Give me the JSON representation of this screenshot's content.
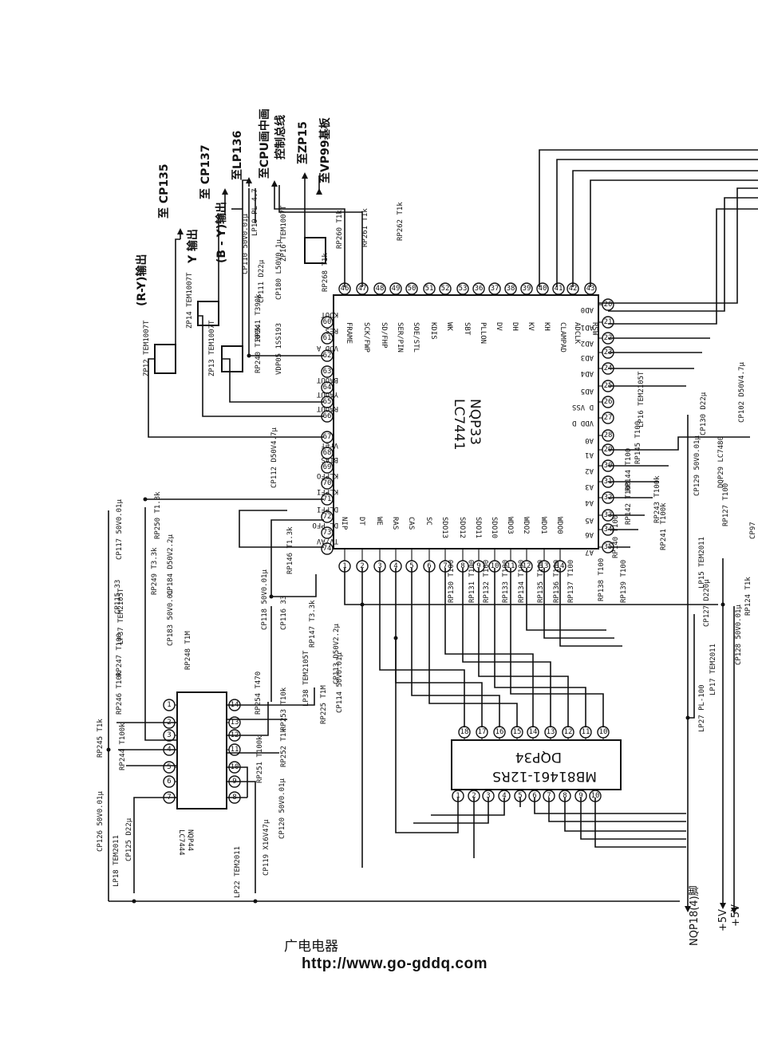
{
  "ics": {
    "main": {
      "name": "NQP33",
      "part": "LC7441"
    },
    "ram": {
      "name": "DQP34",
      "part": "MB81461-12RS"
    },
    "aux": {
      "name": "NQP44",
      "part": "LC7444"
    }
  },
  "destinations": {
    "cp135": "至 CP135",
    "cp137": "至 CP137",
    "lp136": "至LP136",
    "cpu_bus": "至CPU画中画",
    "cpu_bus2": "控制总线",
    "zp15": "至ZP15",
    "vp99": "至VP99基板"
  },
  "outputs": {
    "ry": "(R-Y)输出",
    "y": "Y 输出",
    "by": "(B - Y)输出"
  },
  "power": {
    "v1": "+5V",
    "v2": "+5V",
    "nqp": "NQP18(4)脚"
  },
  "top_pins": [
    "FRAME",
    "SCK/FWP",
    "SD/FHP",
    "SER/PIN",
    "SOE/STL",
    "KDIS",
    "WK",
    "SBT",
    "PLLON",
    "DV",
    "DH",
    "KV",
    "KH",
    "CLAMPAD",
    "ADCLK",
    "RSW",
    "RSW"
  ],
  "left_pins": [
    "KOUT",
    "RES",
    "VDD A",
    "",
    "BAOUT",
    "YAOUT",
    "RAOUT",
    "",
    "Vref",
    "BIAS",
    "KLPFO",
    "KLPFI",
    "DLPFI",
    "DL PFO",
    "TV/AV"
  ],
  "right_pins": [
    "AD0",
    "AD1",
    "AD2",
    "AD3",
    "AD4",
    "AD5",
    "D VSS",
    "VDD D",
    "A0",
    "A1",
    "A2",
    "A3",
    "A4",
    "A5",
    "A6",
    "A7"
  ],
  "bottom_pins": [
    "NIP",
    "DT",
    "WE",
    "RAS",
    "CAS",
    "SC",
    "SDO13",
    "SDO12",
    "SDO11",
    "SDO10",
    "WDO3",
    "WDO2",
    "WDO1",
    "WDO0"
  ],
  "components": [
    "ZP12 TEM1007T",
    "ZP14 TEM1007T",
    "ZP13 TEM1007T",
    "ZP16 TEM1007T",
    "CP110 50V0.01μ",
    "CP111 D22μ",
    "CP180 L50V0.1μ",
    "LP19 PL-4.7",
    "RP260 T1k",
    "RP261 T1k",
    "RP262 T1k",
    "RP268 T1k",
    "RP241 T390k",
    "RP240 T100k",
    "VDP05 1SS193",
    "CP112 D50V4.7μ",
    "CP117 50V0.01μ",
    "RP250 T1.3k",
    "CP115 33",
    "RP249 T3.3k",
    "CP184 D50V2.2μ",
    "LP37 TEM2105T",
    "CP183 50V0.01",
    "RP247 T100",
    "RP248 T1M",
    "RP246 T10k",
    "RP245 T1k",
    "RP244 T100k",
    "CP126 50V0.01μ",
    "CP125 D22μ",
    "LP18 TEM2011",
    "LP22 TEM2011",
    "CP119 X16V47μ",
    "CP120 50V0.01μ",
    "RP251 T100k",
    "RP252 T1k",
    "RP253 T10k",
    "RP254 T470",
    "RP225 T1M",
    "CP114 50V0.01μ",
    "CP113 D50V2.2μ",
    "RP147 T3.3k",
    "LP38 TEM2105T",
    "CP118 50V0.01μ",
    "CP116 33",
    "RP146 T1.3k",
    "RP130 T100",
    "RP131 T100",
    "RP132 T100",
    "RP133 T100",
    "RP134 T100",
    "RP135 T100",
    "RP136 T100",
    "RP137 T100",
    "RP138 T100",
    "RP139 T100",
    "RP140 T100",
    "RP142 T100",
    "RP144 T100",
    "RP145 T100",
    "RP243 T100k",
    "RP241 T100k",
    "LP15 TEM2011",
    "RP127 T100",
    "CP127 D220μ",
    "CP128 50V0.01μ",
    "LP17 TEM2011",
    "LP27 PL-100",
    "CP129 50V0.01μ",
    "CP130 D22μ",
    "LP16 TEM2105T",
    "CP102 D50V4.7μ",
    "DQP29 LC7480",
    "RP124 T1k",
    "CP97"
  ],
  "footer": {
    "cn": "广电电器",
    "url": "http://www.go-gddq.com"
  }
}
